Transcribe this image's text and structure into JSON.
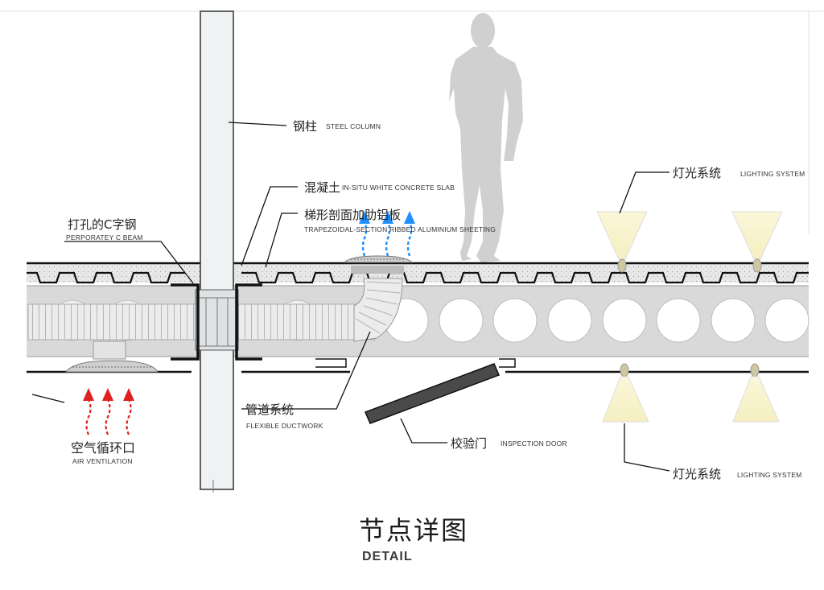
{
  "labels": {
    "steel_column": {
      "cn": "钢柱",
      "en": "STEEL COLUMN"
    },
    "concrete_slab": {
      "cn": "混凝土",
      "en": "IN-SITU WHITE CONCRETE SLAB"
    },
    "aluminium_sheeting": {
      "cn": "梯形剖面加肋铝板",
      "en": "TRAPEZOIDAL-SECTION RIBBED ALUMINIUM  SHEETING"
    },
    "c_beam": {
      "cn": "打孔的C字钢",
      "en": "PERPORATEY C BEAM"
    },
    "lighting_top": {
      "cn": "灯光系统",
      "en": "LIGHTING SYSTEM"
    },
    "lighting_bottom": {
      "cn": "灯光系统",
      "en": "LIGHTING SYSTEM"
    },
    "ductwork": {
      "cn": "管道系统",
      "en": "FLEXIBLE DUCTWORK"
    },
    "inspection_door": {
      "cn": "校验门",
      "en": "INSPECTION DOOR"
    },
    "air_ventilation": {
      "cn": "空气循环口",
      "en": "AIR VENTILATION"
    }
  },
  "title": {
    "cn": "节点详图",
    "en": "DETAIL"
  },
  "colors": {
    "arrow_up": "#1e90ff",
    "arrow_down": "#e02020",
    "concrete": "#e6e6e6",
    "beam": "#d9d9d9",
    "column": "#e8eef0",
    "light_cone": "#fbf6d8",
    "figure": "#d0d0d0"
  }
}
